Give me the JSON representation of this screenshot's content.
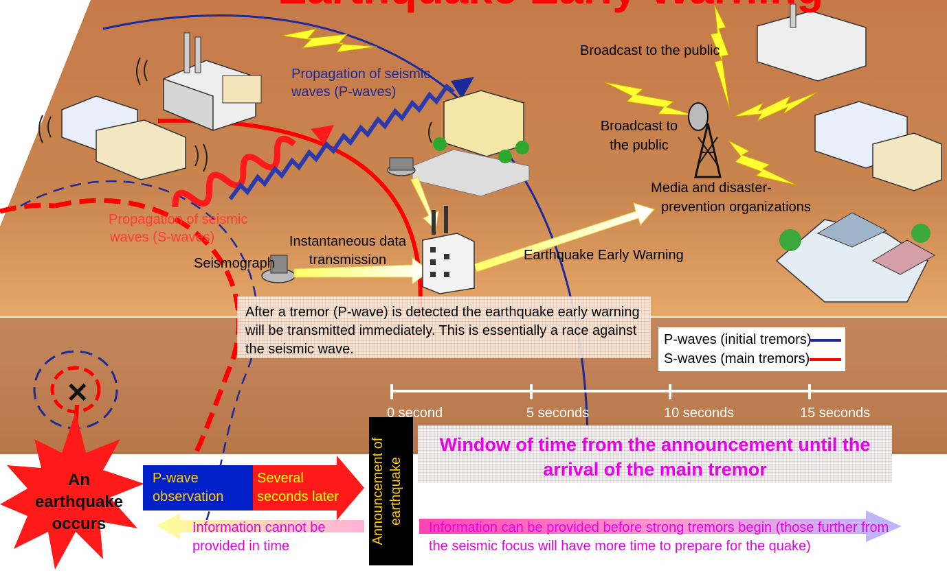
{
  "title_fragment": "Earthquake Early Warning",
  "labels": {
    "broadcast_public_top": "Broadcast to the public",
    "p_wave_propagation_line1": "Propagation of seismic",
    "p_wave_propagation_line2": "waves (P-waves)",
    "broadcast_public_mid_line1": "Broadcast to",
    "broadcast_public_mid_line2": "the public",
    "media_line1": "Media and disaster-",
    "media_line2": "prevention organizations",
    "s_wave_propagation_line1": "Propagation of seismic",
    "s_wave_propagation_line2": "waves (S-waves)",
    "instant_line1": "Instantaneous data",
    "instant_line2": "transmission",
    "seismograph": "Seismograph",
    "eew": "Earthquake Early Warning"
  },
  "note": "After a tremor (P-wave) is detected the earthquake early warning will be transmitted immediately.  This is essentially a race against the seismic wave.",
  "legend": {
    "p": "P-waves (initial tremors)",
    "s": "S-waves (main tremors)",
    "p_color": "#1a2a9a",
    "s_color": "#ff0000"
  },
  "timeline": {
    "ticks": [
      "0 second",
      "5 seconds",
      "10 seconds",
      "15 seconds"
    ]
  },
  "window_title": "Window of time from the announcement until the arrival of the main tremor",
  "flow": {
    "earthquake": "An earthquake occurs",
    "p_observation": "P-wave observation",
    "several_seconds": "Several seconds later",
    "announcement": "Announcement of earthquake",
    "cannot": "Information cannot be provided in time",
    "can": "Information can be provided before strong tremors begin (those further from the seismic focus will have more time to prepare for the quake)"
  },
  "colors": {
    "ground": "#c8743e",
    "p_wave": "#1a2a9a",
    "s_wave": "#ff0000",
    "lightning": "#ffff33",
    "magenta_text": "#e800e8"
  }
}
